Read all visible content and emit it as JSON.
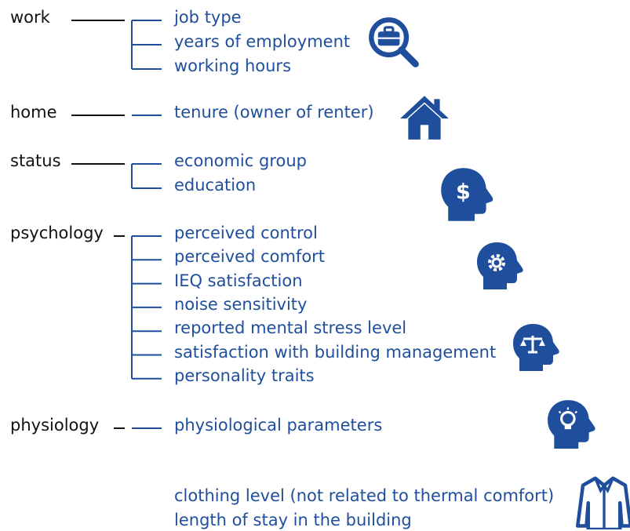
{
  "colors": {
    "category_text": "#111111",
    "item_text": "#1f4f9c",
    "icon_fill": "#1f4f9c",
    "line_black": "#111111",
    "line_blue": "#1f4f9c"
  },
  "groups": [
    {
      "id": "work",
      "label": "work",
      "icon": "briefcase-magnifier-icon",
      "items": [
        "job type",
        "years of employment",
        "working hours"
      ]
    },
    {
      "id": "home",
      "label": "home",
      "icon": "house-icon",
      "items": [
        "tenure (owner of renter)"
      ]
    },
    {
      "id": "status",
      "label": "status",
      "icon": "head-dollar-icon",
      "items": [
        "economic group",
        "education"
      ]
    },
    {
      "id": "psychology",
      "label": "psychology",
      "icon": "head-gear-icon",
      "icon2": "head-scales-icon",
      "items": [
        "perceived control",
        "perceived comfort",
        "IEQ satisfaction",
        "noise sensitivity",
        "reported mental stress level",
        "satisfaction with building management",
        "personality traits"
      ]
    },
    {
      "id": "physiology",
      "label": "physiology",
      "icon": "head-lightbulb-icon",
      "items": [
        "physiological parameters"
      ]
    }
  ],
  "other": {
    "icon": "shirt-icon",
    "items": [
      "clothing level (not related to thermal comfort)",
      "length of stay in the building"
    ]
  }
}
